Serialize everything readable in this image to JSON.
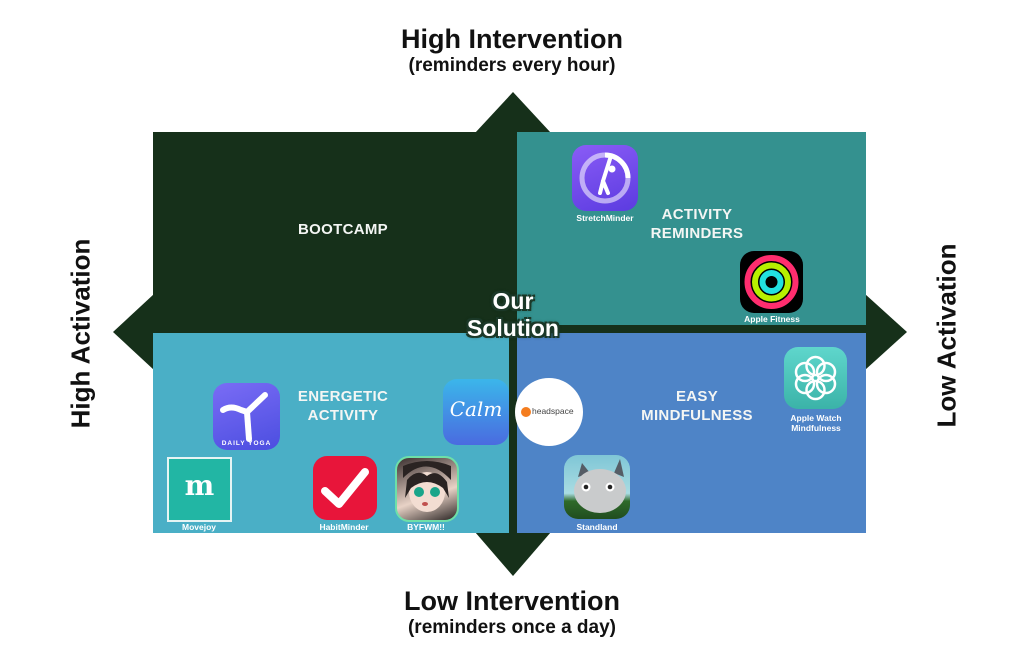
{
  "axes": {
    "top": {
      "title": "High Intervention",
      "subtitle": "(reminders every hour)"
    },
    "bottom": {
      "title": "Low Intervention",
      "subtitle": "(reminders once a day)"
    },
    "left": {
      "title": "High Activation"
    },
    "right": {
      "title": "Low Activation"
    }
  },
  "colors": {
    "axis": "#16301a",
    "bootcamp": "#16301a",
    "activity_reminders": "#34918f",
    "energetic_activity": "#4aafc6",
    "easy_mindfulness": "#4e84c7"
  },
  "quadrants": {
    "top_left": {
      "label": "BOOTCAMP"
    },
    "top_right": {
      "label_line1": "ACTIVITY",
      "label_line2": "REMINDERS"
    },
    "bottom_left": {
      "label_line1": "ENERGETIC",
      "label_line2": "ACTIVITY"
    },
    "bottom_right": {
      "label_line1": "EASY",
      "label_line2": "MINDFULNESS"
    }
  },
  "center": {
    "line1": "Our",
    "line2": "Solution"
  },
  "apps": {
    "stretchminder": {
      "name": "StretchMinder",
      "icon": "stretch-figure-icon"
    },
    "apple_fitness": {
      "name": "Apple Fitness",
      "icon": "activity-rings-icon"
    },
    "daily_yoga": {
      "name": "",
      "icon_text": "DAILY YOGA",
      "icon": "yoga-figure-icon"
    },
    "calm": {
      "name": "",
      "icon_text": "Calm",
      "icon": "calm-logo-icon"
    },
    "headspace": {
      "name": "",
      "icon_text": "headspace",
      "icon": "headspace-logo-icon"
    },
    "movejoy": {
      "name": "Movejoy",
      "icon_text": "m",
      "icon": "movejoy-logo-icon"
    },
    "habitminder": {
      "name": "HabitMinder",
      "icon": "checkmark-icon"
    },
    "byfwm": {
      "name": "BYFWM!!",
      "icon": "anime-character-icon"
    },
    "apple_watch_mindfulness": {
      "name_line1": "Apple Watch",
      "name_line2": "Mindfulness",
      "icon": "flower-icon"
    },
    "standland": {
      "name": "Standland",
      "icon": "creature-icon"
    }
  }
}
